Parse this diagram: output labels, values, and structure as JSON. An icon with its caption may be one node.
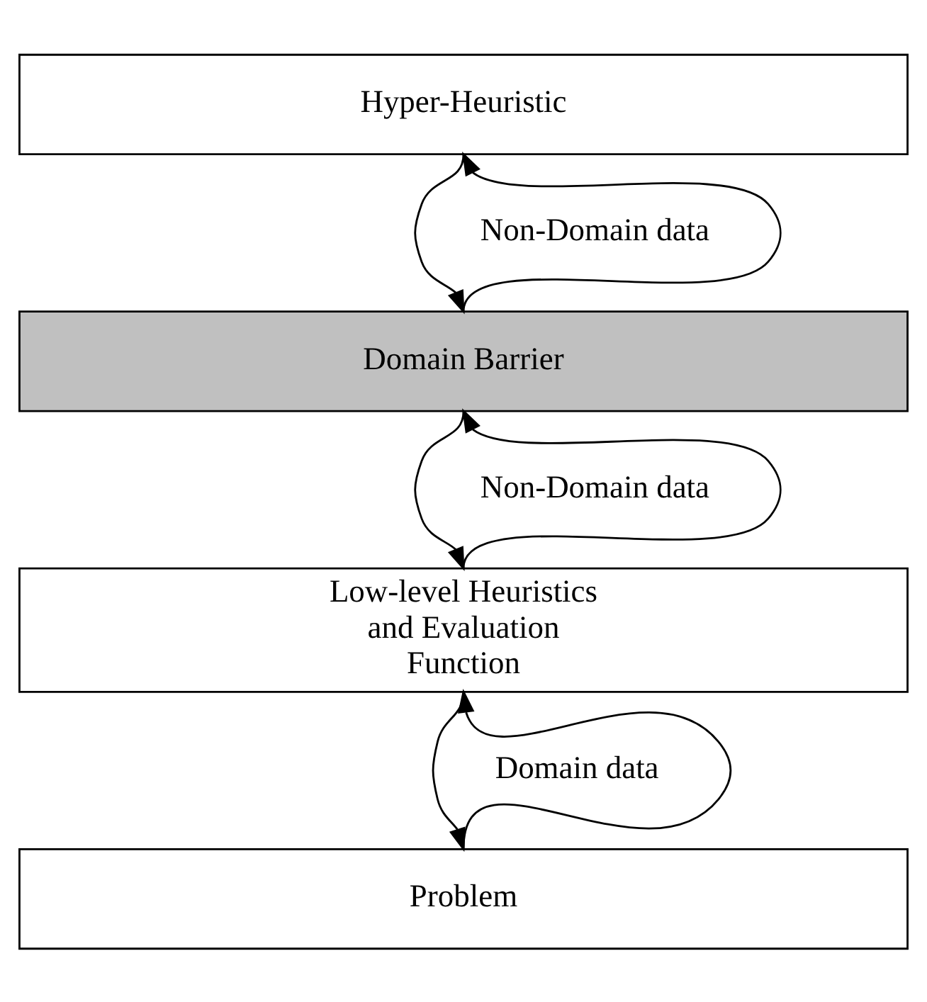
{
  "diagram": {
    "nodes": [
      {
        "text": [
          "Hyper-Heuristic"
        ]
      },
      {
        "text": [
          "Domain Barrier"
        ]
      },
      {
        "text": [
          "Low-level Heuristics and Evaluation Function"
        ]
      },
      {
        "text": [
          "Problem"
        ]
      }
    ],
    "edges": [
      {
        "from": 0,
        "to": 1,
        "arrow": "to"
      },
      {
        "from": 1,
        "to": 0,
        "arrow": "to"
      },
      {
        "from": 1,
        "to": 2,
        "arrow": "to"
      },
      {
        "from": 2,
        "to": 1,
        "arrow": "to"
      },
      {
        "from": 2,
        "to": 3,
        "arrow": "to"
      },
      {
        "from": 3,
        "to": 2,
        "arrow": "to"
      }
    ],
    "labels": [
      "Non-Domain data",
      "Non-Domain data",
      "Domain data"
    ]
  }
}
